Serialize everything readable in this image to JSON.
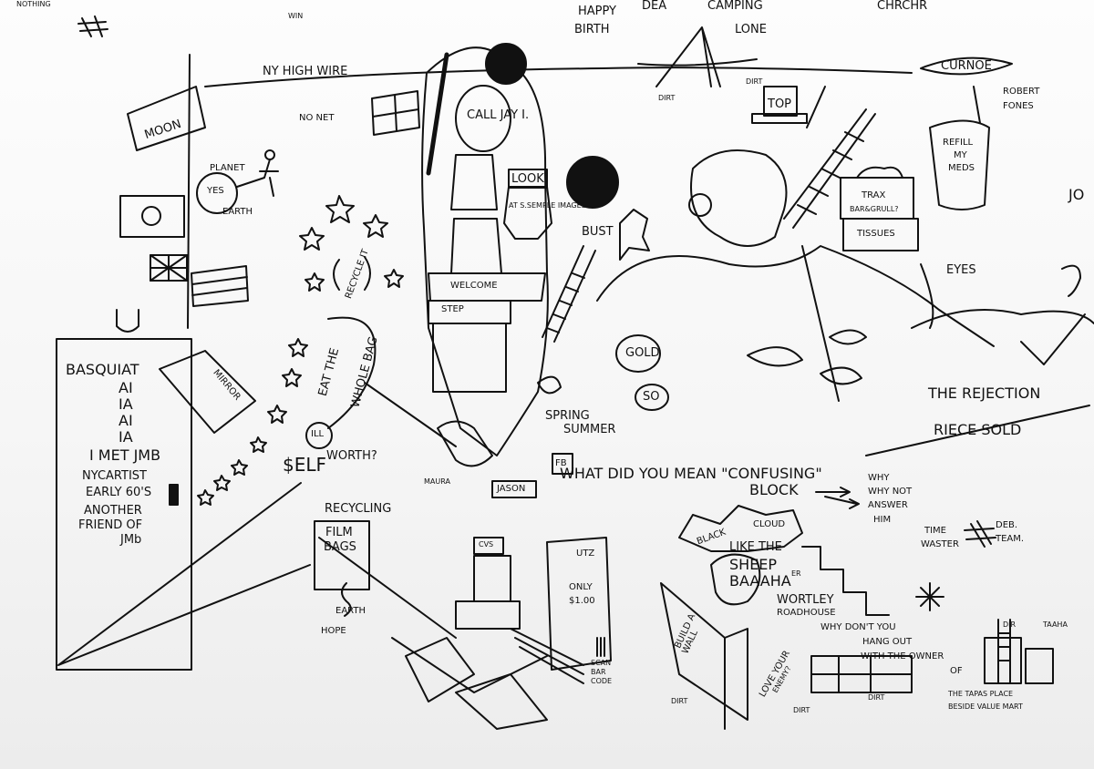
{
  "artwork": {
    "labels": {
      "nothing": "NOTHING",
      "win": "WIN",
      "ny_high_wire": "NY HIGH WIRE",
      "moon": "MOON",
      "no_net": "NO NET",
      "planet": "PLANET",
      "yes": "YES",
      "earth_circle": "EARTH",
      "basquiat": "BASQUIAT",
      "ai_1": "AI",
      "ia_1": "IA",
      "ai_2": "AI",
      "ia_2": "IA",
      "i_met_jmb": "I MET JMB",
      "nycartist": "NYCARTIST",
      "early_60s": "EARLY 60'S",
      "another": "ANOTHER",
      "friend_of": "FRIEND OF",
      "jmb": "JMb",
      "mirror": "MIRROR",
      "recycle_it": "RECYCLE IT",
      "eat_the": "EAT THE",
      "whole_bag": "WHOLE BAG",
      "ill": "ILL",
      "self_worth_self": "$ELF",
      "self_worth_worth": "WORTH?",
      "call_jay": "CALL JAY I.",
      "look": "LOOK",
      "at_s_semple": "AT S.SEMPLE IMAGES",
      "welcome": "WELCOME",
      "step": "STEP",
      "bust": "BUST",
      "spring": "SPRING",
      "summer": "SUMMER",
      "gold": "GOLD",
      "so": "SO",
      "maura": "MAURA",
      "jason": "JASON",
      "fb": "FB",
      "what_did_you_mean": "WHAT DID YOU MEAN \"CONFUSING\"",
      "block": "BLOCK",
      "why": "WHY",
      "why_not": "WHY NOT",
      "answer": "ANSWER",
      "him": "HIM",
      "time": "TIME",
      "waster": "WASTER",
      "deb": "DEB.",
      "team": "TEAM.",
      "recycling": "RECYCLING",
      "film": "FILM",
      "bags": "BAGS",
      "earth_bottom": "EARTH",
      "hope": "HOPE",
      "cvs": "CVS",
      "utz": "UTZ",
      "only": "ONLY",
      "price": "$1.00",
      "scan": "SCAN",
      "bar": "BAR",
      "code": "CODE",
      "black": "BLACK",
      "cloud": "CLOUD",
      "like_the": "LIKE THE",
      "sheep": "SHEEP",
      "baaaha": "BAAAHA",
      "er": "ER",
      "wortley": "WORTLEY",
      "roadhouse": "ROADHOUSE",
      "build_a": "BUILD A",
      "wall": "WALL",
      "love_your": "LOVE YOUR",
      "enemy": "ENEMY?",
      "why_dont_you": "WHY DON'T YOU",
      "hang_out": "HANG OUT",
      "with_the_owner": "WITH THE OWNER",
      "of": "OF",
      "tapas_place": "THE TAPAS PLACE",
      "beside_valuemart": "BESIDE VALUE MART",
      "dir": "DIR",
      "taaha": "TAAHA",
      "dirt_1": "DIRT",
      "dirt_2": "DIRT",
      "dirt_3": "DIRT",
      "dirt_4": "DIRT",
      "dirt_5": "DIRT",
      "happy": "HAPPY",
      "birth": "BIRTH",
      "dea": "DEA",
      "camping": "CAMPING",
      "alone": "LONE",
      "top": "TOP",
      "chrchr": "CHRCHR",
      "curnoe": "CURNOE",
      "robert": "ROBERT",
      "fones": "FONES",
      "refill": "REFILL",
      "my": "MY",
      "meds": "MEDS",
      "trax": "TRAX",
      "baragrull": "BAR&GRULL?",
      "tissues": "TISSUES",
      "eyes": "EYES",
      "the_rejection": "THE REJECTION",
      "piece_sold": "RIECE SOLD",
      "jo": "JO"
    },
    "colors": {
      "ink": "#111111",
      "wall": "#fafafa"
    }
  }
}
